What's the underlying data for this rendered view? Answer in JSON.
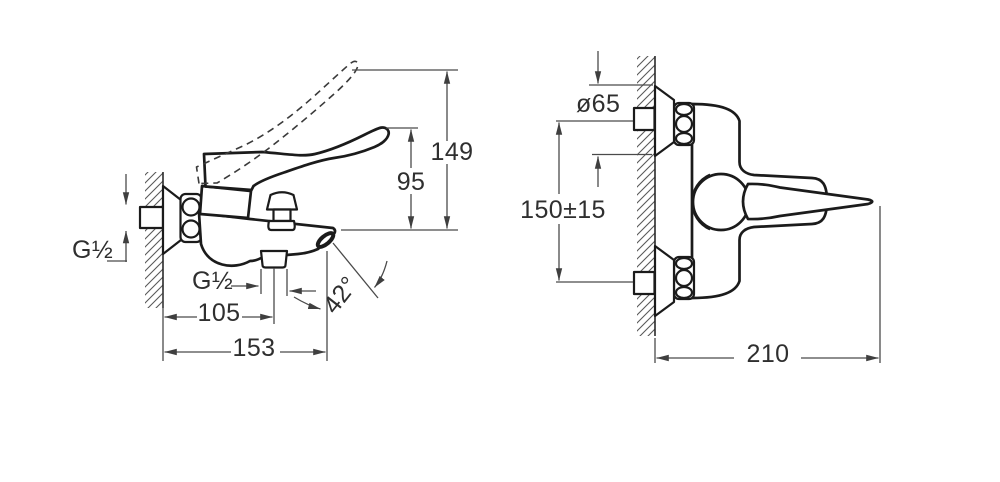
{
  "drawing": {
    "background": "#ffffff",
    "line_color": "#1b1b1b",
    "dim_color": "#4a4a4a",
    "left_view": {
      "lever_raised_height": "149",
      "lever_height": "95",
      "wall_connection_thread": "G½",
      "outlet_thread": "G½",
      "outlet_offset_mm": "105",
      "spout_reach_mm": "153",
      "spout_angle": "42°"
    },
    "right_view": {
      "escutcheon_diameter": "ø65",
      "connection_spacing": "150±15",
      "handle_reach_mm": "210"
    }
  }
}
